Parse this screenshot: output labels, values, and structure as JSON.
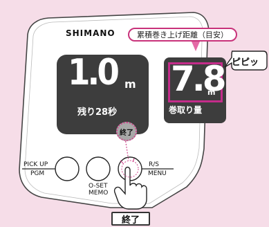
{
  "brand": "SHIMANO",
  "callout": {
    "label": "累積巻き上げ距離（目安）"
  },
  "main_display": {
    "value": "1.0",
    "unit": "m",
    "remaining": "残り28秒",
    "end_icon_label": "終了"
  },
  "sub_display": {
    "value": "7.8",
    "unit": "m",
    "label": "巻取り量"
  },
  "beep": "ピピッ",
  "buttons": {
    "left_top": "PICK UP",
    "left_bottom": "PGM",
    "mid_top": "O-SET",
    "mid_bottom": "MEMO",
    "right_top": "R/S",
    "right_bottom": "MENU"
  },
  "action_button": {
    "label": "終了"
  },
  "colors": {
    "background": "#f6dde8",
    "accent": "#c42c8a",
    "lcd": "#3d3d3d"
  }
}
